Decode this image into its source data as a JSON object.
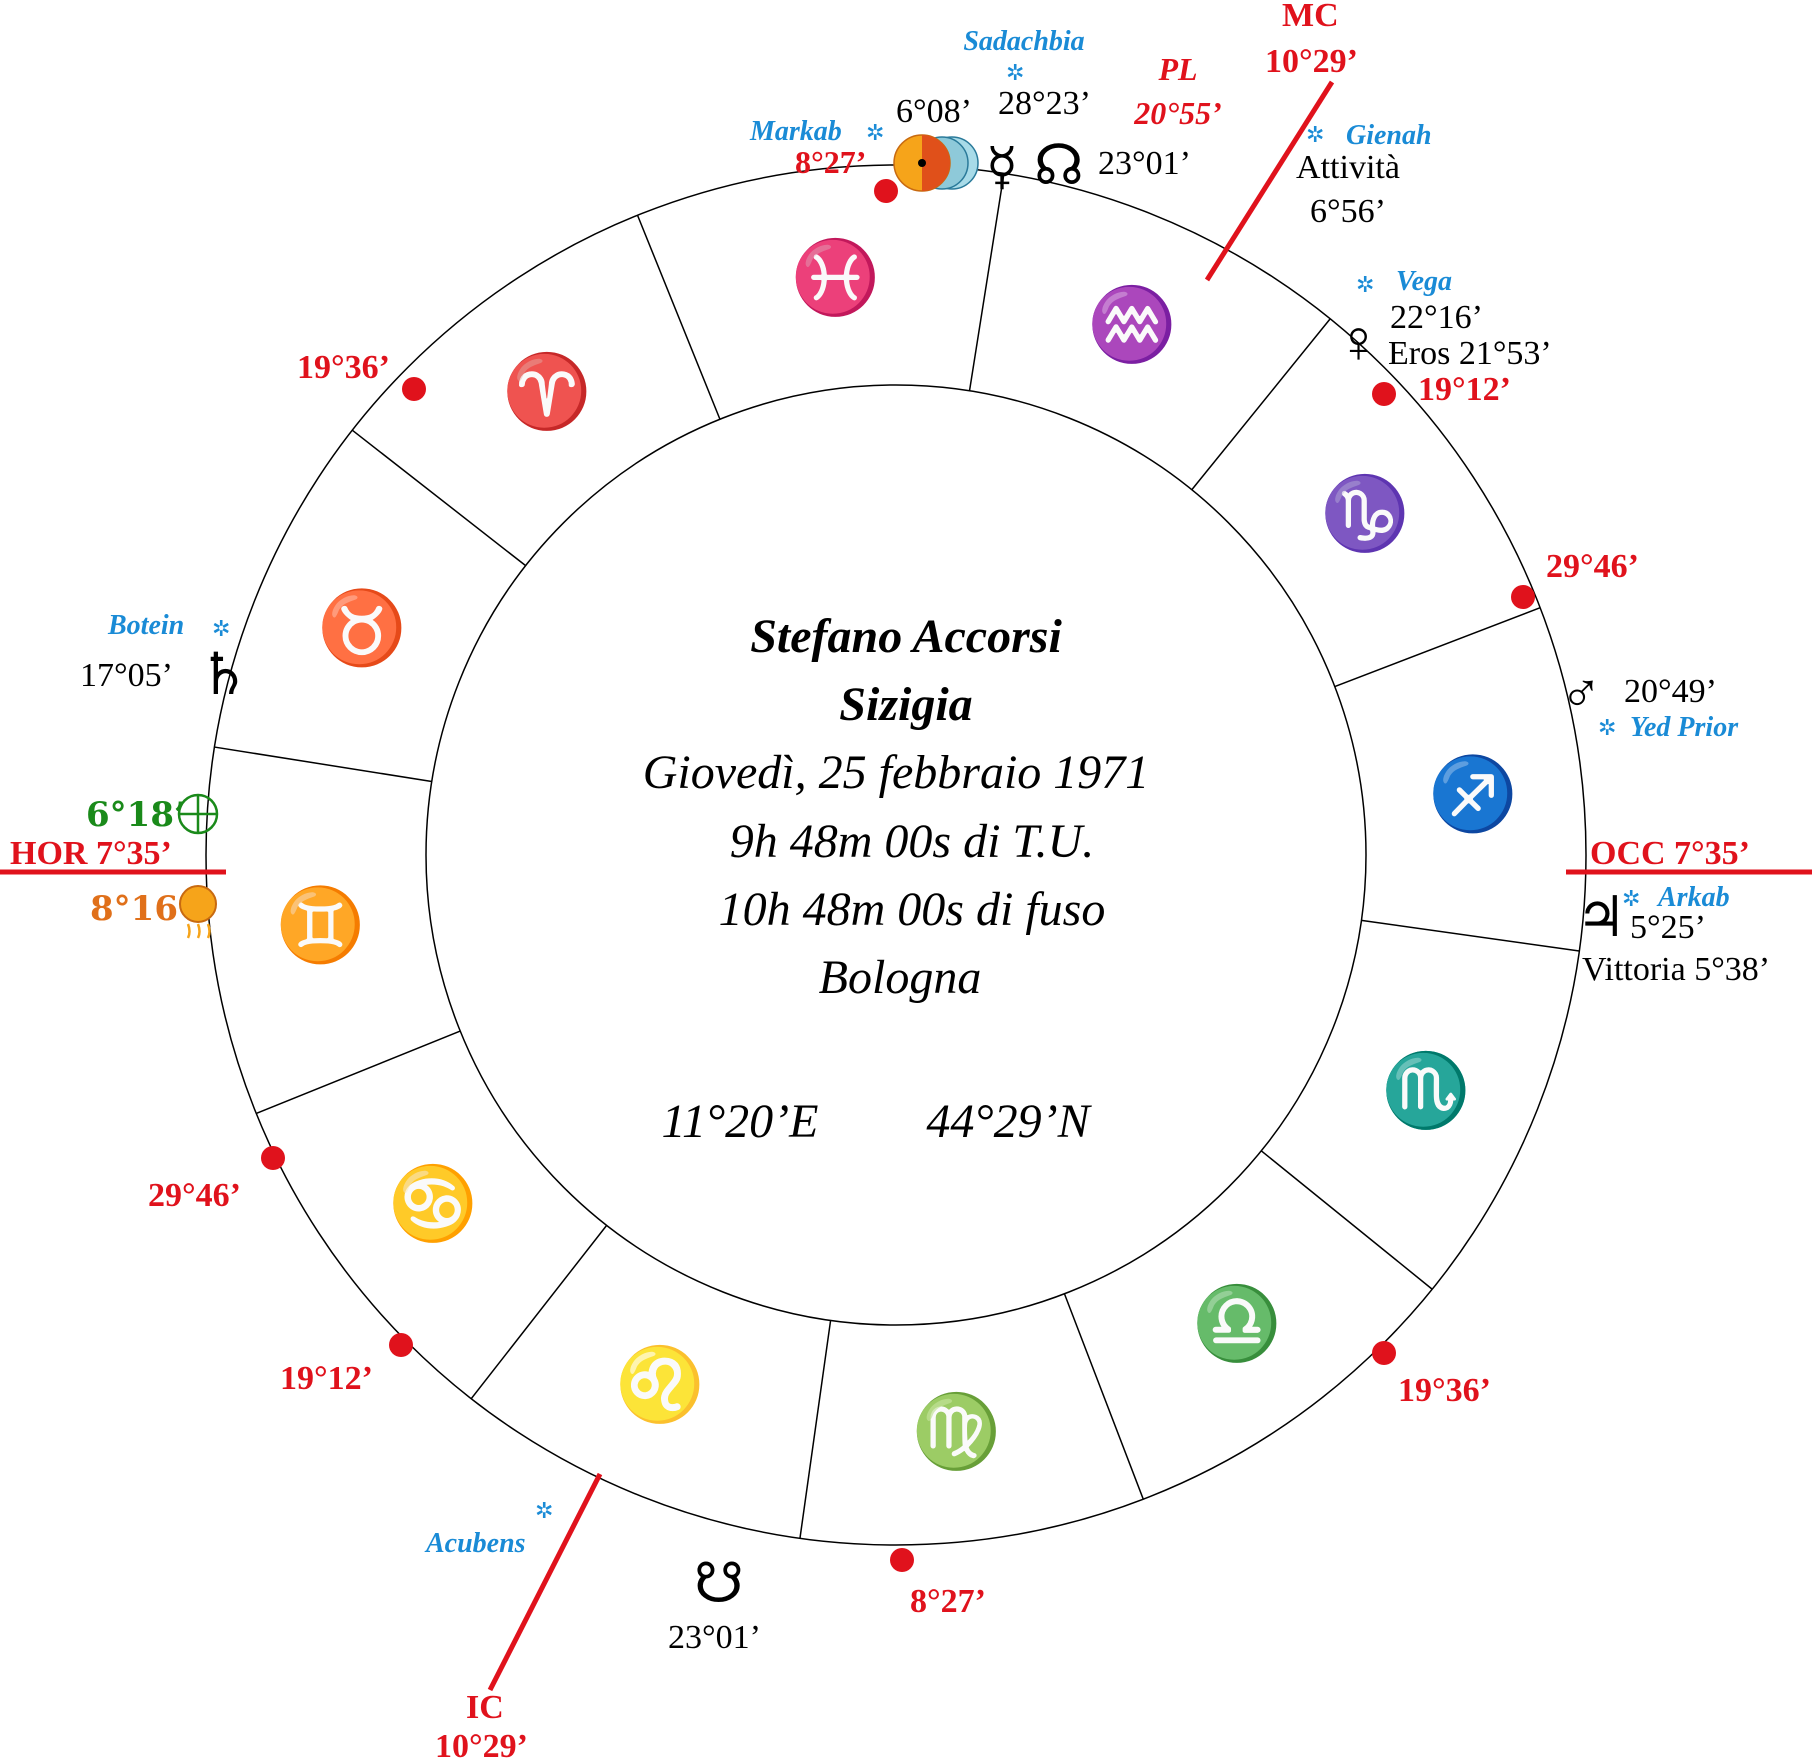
{
  "center": {
    "name": "Stefano Accorsi",
    "subtitle": "Sizigia",
    "date": "Giovedì, 25 febbraio 1971",
    "time_ut": "9h 48m 00s di T.U.",
    "time_local": "10h 48m 00s di fuso",
    "place": "Bologna",
    "longitude": "11°20’E",
    "latitude": "44°29’N"
  },
  "angles": {
    "hor": "HOR  7°35’",
    "occ": "OCC  7°35’",
    "mc_label": "MC",
    "mc_value": "10°29’",
    "ic_label": "IC",
    "ic_value": "10°29’"
  },
  "signs": [
    {
      "name": "pisces",
      "glyph": "♓"
    },
    {
      "name": "aquarius",
      "glyph": "♒"
    },
    {
      "name": "capricorn",
      "glyph": "♑"
    },
    {
      "name": "sagittarius",
      "glyph": "♐"
    },
    {
      "name": "scorpio",
      "glyph": "♏"
    },
    {
      "name": "libra",
      "glyph": "♎"
    },
    {
      "name": "virgo",
      "glyph": "♍"
    },
    {
      "name": "leo",
      "glyph": "♌"
    },
    {
      "name": "cancer",
      "glyph": "♋"
    },
    {
      "name": "gemini",
      "glyph": "♊"
    },
    {
      "name": "taurus",
      "glyph": "♉"
    },
    {
      "name": "aries",
      "glyph": "♈"
    }
  ],
  "cusps": [
    "8°27’",
    "19°12’",
    "29°46’",
    "19°36’",
    "8°27’",
    "19°12’",
    "29°46’",
    "19°36’"
  ],
  "stars": {
    "sadachbia": "Sadachbia",
    "markab": "Markab",
    "gienah": "Gienah",
    "vega": "Vega",
    "botein": "Botein",
    "yed_prior": "Yed Prior",
    "arkab": "Arkab",
    "acubens": "Acubens"
  },
  "planets": {
    "moon_deg": "6°08’",
    "mercury_deg": "28°23’",
    "node_north_deg": "23°01’",
    "node_south_deg": "23°01’",
    "pl_label": "PL",
    "pl_value": "20°55’",
    "attivita_label": "Attività",
    "attivita_value": "6°56’",
    "venus_deg": "22°16’",
    "eros": "Eros 21°53’",
    "mars_deg": "20°49’",
    "jupiter_deg": "5°25’",
    "vittoria": "Vittoria  5°38’",
    "saturn_deg": "17°05’",
    "fortune_deg": "6°18’",
    "sun_other_deg": "8°16’"
  },
  "glyphs": {
    "mercury": "☿",
    "venus": "♀",
    "mars": "♂",
    "jupiter": "♃",
    "saturn": "♄",
    "node_north": "☊",
    "node_south": "☋",
    "star_icon": "✲",
    "fortune": "⊕"
  },
  "colors": {
    "red": "#e0121c",
    "star_blue": "#1a8bd6",
    "green": "#1a8a1a",
    "orange": "#e0701a"
  }
}
